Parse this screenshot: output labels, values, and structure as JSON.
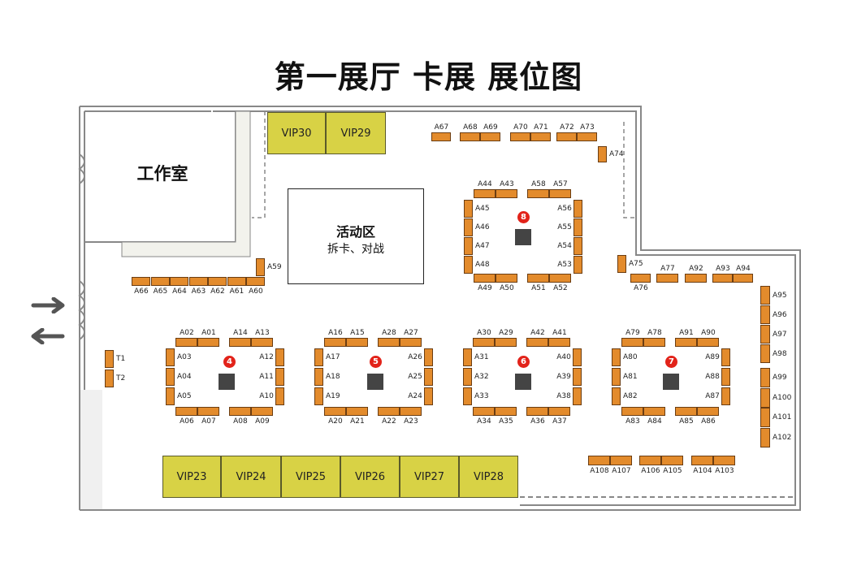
{
  "title": "第一展厅 卡展 展位图",
  "colors": {
    "booth": "#E38B2C",
    "vip": "#D8D245",
    "screen": "#444444",
    "badge": "#E2231A",
    "wall": "#888888"
  },
  "rooms": {
    "studio": "工作室",
    "activity_title": "活动区",
    "activity_sub": "拆卡、对战"
  },
  "icons": [
    "entrance-arrow-right-icon",
    "exit-arrow-left-icon"
  ],
  "vips": [
    "VIP30",
    "VIP29",
    "VIP23",
    "VIP24",
    "VIP25",
    "VIP26",
    "VIP27",
    "VIP28"
  ],
  "islands": [
    "4",
    "5",
    "6",
    "7",
    "8"
  ],
  "booths": [
    "A01",
    "A02",
    "A03",
    "A04",
    "A05",
    "A06",
    "A07",
    "A08",
    "A09",
    "A10",
    "A11",
    "A12",
    "A13",
    "A14",
    "A15",
    "A16",
    "A17",
    "A18",
    "A19",
    "A20",
    "A21",
    "A22",
    "A23",
    "A24",
    "A25",
    "A26",
    "A27",
    "A28",
    "A29",
    "A30",
    "A31",
    "A32",
    "A33",
    "A34",
    "A35",
    "A36",
    "A37",
    "A38",
    "A39",
    "A40",
    "A41",
    "A42",
    "A43",
    "A44",
    "A45",
    "A46",
    "A47",
    "A48",
    "A49",
    "A50",
    "A51",
    "A52",
    "A53",
    "A54",
    "A55",
    "A56",
    "A57",
    "A58",
    "A59",
    "A60",
    "A61",
    "A62",
    "A63",
    "A64",
    "A65",
    "A66",
    "A67",
    "A68",
    "A69",
    "A70",
    "A71",
    "A72",
    "A73",
    "A74",
    "A75",
    "A76",
    "A77",
    "A78",
    "A79",
    "A80",
    "A81",
    "A82",
    "A83",
    "A84",
    "A85",
    "A86",
    "A87",
    "A88",
    "A89",
    "A90",
    "A91",
    "A92",
    "A93",
    "A94",
    "A95",
    "A96",
    "A97",
    "A98",
    "A99",
    "A100",
    "A101",
    "A102",
    "A103",
    "A104",
    "A105",
    "A106",
    "A107",
    "A108",
    "T1",
    "T2"
  ]
}
